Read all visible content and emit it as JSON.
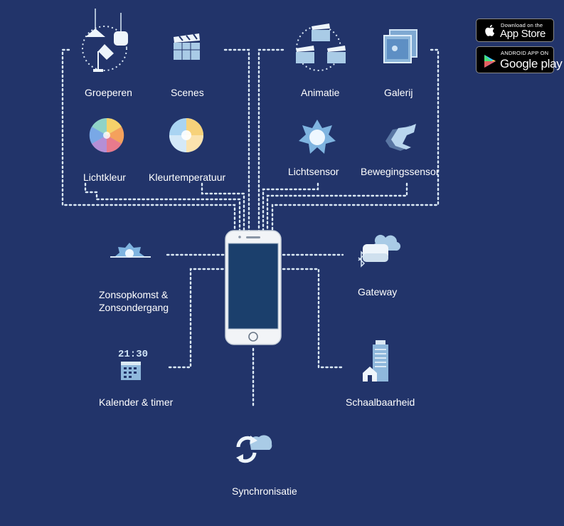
{
  "colors": {
    "background": "#22346a",
    "dots": "#dbe9f5",
    "icon_light": "#cfe3f5",
    "icon_mid": "#8fb8dc",
    "phone_screen": "#1b3f6c"
  },
  "features": {
    "groeperen": "Groeperen",
    "scenes": "Scenes",
    "animatie": "Animatie",
    "galerij": "Galerij",
    "lichtkleur": "Lichtkleur",
    "kleurtemperatuur": "Kleurtemperatuur",
    "lichtsensor": "Lichtsensor",
    "bewegingssensor": "Bewegingssensor",
    "zonsopkomst": "Zonsopkomst &\nZonsondergang",
    "gateway": "Gateway",
    "kalender": "Kalender & timer",
    "schaalbaarheid": "Schaalbaarheid",
    "synchronisatie": "Synchronisatie"
  },
  "clock_text": "21:30",
  "badges": {
    "appstore": {
      "small": "Download on the",
      "big": "App Store",
      "icon": "apple-icon"
    },
    "googleplay": {
      "small": "ANDROID APP ON",
      "big": "Google play",
      "icon": "play-triangle-icon"
    }
  }
}
